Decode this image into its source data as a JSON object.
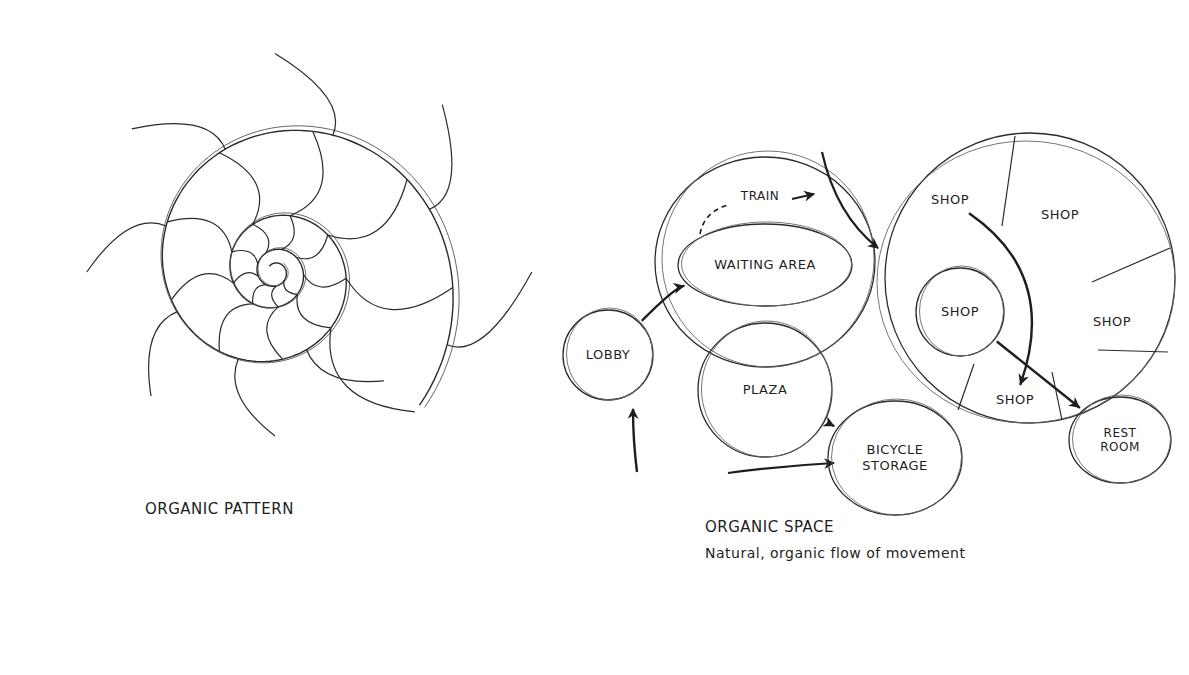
{
  "diagram": {
    "nodes": [
      {
        "text": [
          "WAITING AREA"
        ]
      },
      {
        "text": [
          "LOBBY"
        ]
      },
      {
        "text": [
          "PLAZA"
        ]
      },
      {
        "text": [
          "SHOP"
        ]
      },
      {
        "text": [
          "SHOP"
        ]
      },
      {
        "text": [
          "SHOP"
        ]
      },
      {
        "text": [
          "SHOP"
        ]
      },
      {
        "text": [
          "SHOP"
        ]
      },
      {
        "text": [
          "BICYCLE STORAGE"
        ]
      },
      {
        "text": [
          "REST ROOM"
        ]
      }
    ],
    "edges": [
      {
        "from": 1,
        "to": 0,
        "arrow": "to"
      },
      {
        "from": 2,
        "to": 8,
        "arrow": "to"
      },
      {
        "from": 3,
        "to": 7,
        "arrow": "to"
      },
      {
        "from": 5,
        "to": 9,
        "arrow": "to"
      }
    ],
    "labels": [
      "TRAIN",
      "ORGANIC PATTERN",
      "ORGANIC SPACE",
      "Natural, organic flow of movement"
    ]
  }
}
